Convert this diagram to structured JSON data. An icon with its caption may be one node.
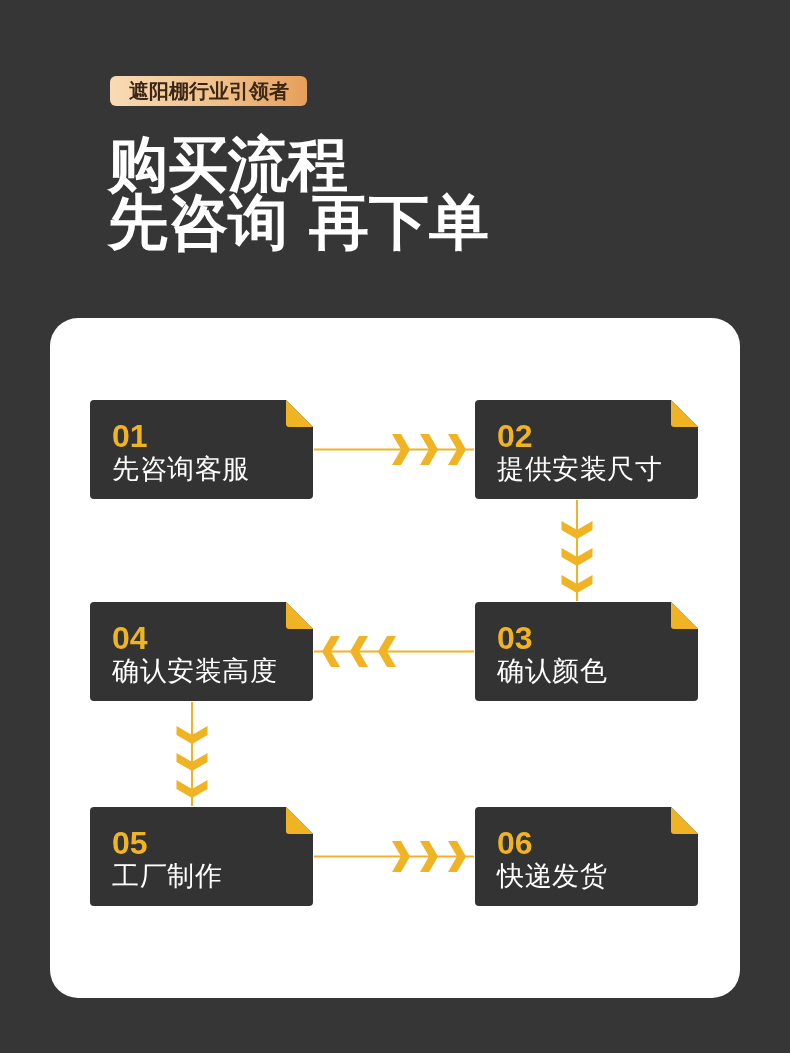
{
  "diagram": {
    "title": "购买流程",
    "nodes": [
      {
        "text": [
          "遮阳棚行业引领者"
        ]
      },
      {
        "text": [
          "01",
          "先咨询客服"
        ]
      },
      {
        "text": [
          "02",
          "提供安装尺寸"
        ]
      },
      {
        "text": [
          "03",
          "确认颜色"
        ]
      },
      {
        "text": [
          "04",
          "确认安装高度"
        ]
      },
      {
        "text": [
          "05",
          "工厂制作"
        ]
      },
      {
        "text": [
          "06",
          "快递发货"
        ]
      }
    ],
    "edges": [
      {
        "from": 1,
        "to": 2,
        "arrow": "to"
      },
      {
        "from": 2,
        "to": 3,
        "arrow": "to"
      },
      {
        "from": 3,
        "to": 4,
        "arrow": "to"
      },
      {
        "from": 4,
        "to": 5,
        "arrow": "to"
      },
      {
        "from": 5,
        "to": 6,
        "arrow": "to"
      }
    ],
    "labels": [
      "先咨询 再下单"
    ]
  }
}
